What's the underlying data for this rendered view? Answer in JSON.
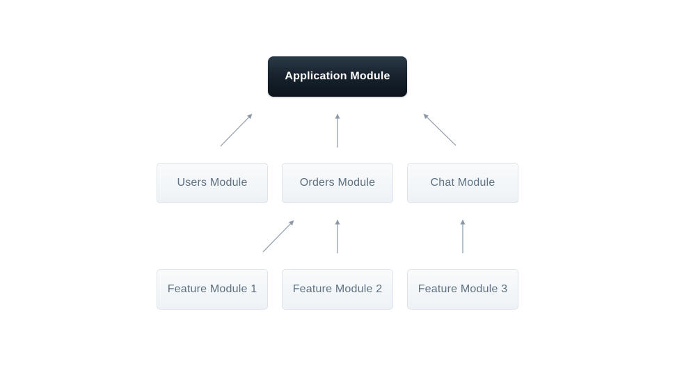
{
  "diagram": {
    "nodes": {
      "application": {
        "label": "Application Module"
      },
      "users": {
        "label": "Users Module"
      },
      "orders": {
        "label": "Orders Module"
      },
      "chat": {
        "label": "Chat Module"
      },
      "feature1": {
        "label": "Feature Module 1"
      },
      "feature2": {
        "label": "Feature Module 2"
      },
      "feature3": {
        "label": "Feature Module 3"
      }
    },
    "edges": [
      {
        "from": "Users Module",
        "to": "Application Module"
      },
      {
        "from": "Orders Module",
        "to": "Application Module"
      },
      {
        "from": "Chat Module",
        "to": "Application Module"
      },
      {
        "from": "Feature Module 1",
        "to": "Orders Module"
      },
      {
        "from": "Feature Module 2",
        "to": "Orders Module"
      },
      {
        "from": "Feature Module 3",
        "to": "Chat Module"
      }
    ],
    "colors": {
      "background": "#ffffff",
      "app_node_gradient_top": "#2b3a48",
      "app_node_gradient_bottom": "#0c141c",
      "app_node_text": "#ffffff",
      "module_node_bg_top": "#f9fbfc",
      "module_node_bg_bottom": "#eef2f6",
      "module_node_border": "#dce3ea",
      "module_node_text": "#5f7080",
      "arrow": "#8b98a5"
    }
  }
}
